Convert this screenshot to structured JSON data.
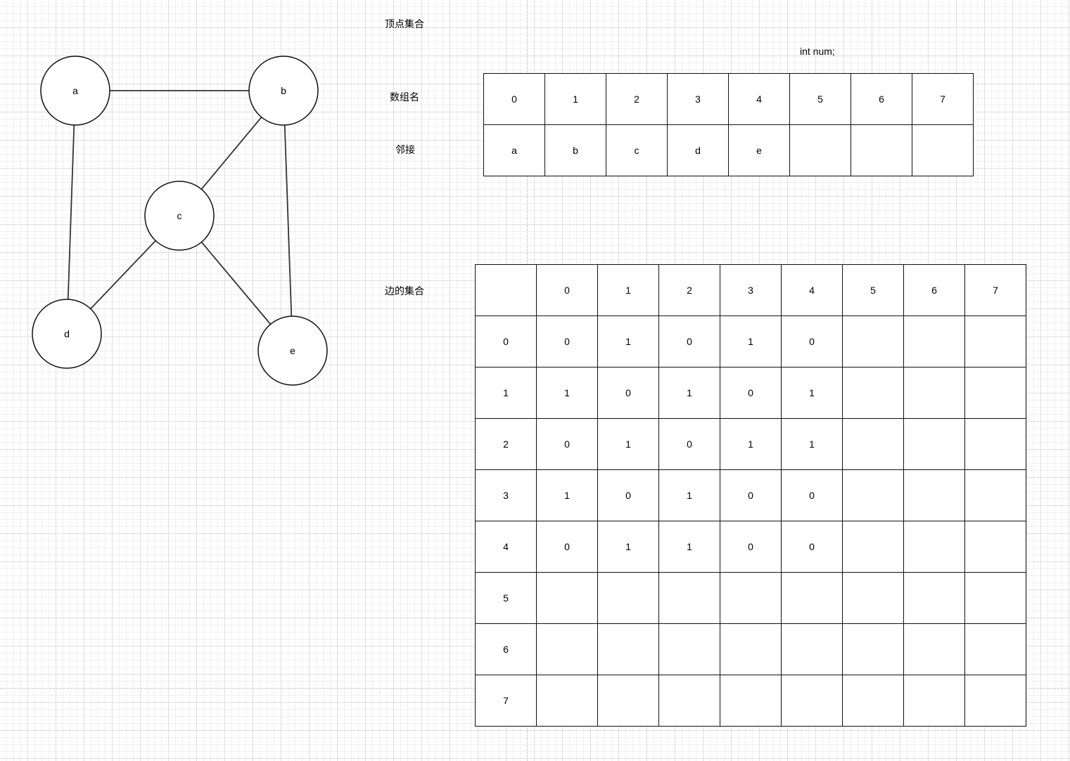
{
  "graph": {
    "nodes": [
      {
        "id": "a",
        "label": "a"
      },
      {
        "id": "b",
        "label": "b"
      },
      {
        "id": "c",
        "label": "c"
      },
      {
        "id": "d",
        "label": "d"
      },
      {
        "id": "e",
        "label": "e"
      }
    ],
    "edges": [
      {
        "from": "a",
        "to": "b"
      },
      {
        "from": "a",
        "to": "d"
      },
      {
        "from": "b",
        "to": "c"
      },
      {
        "from": "b",
        "to": "e"
      },
      {
        "from": "c",
        "to": "d"
      },
      {
        "from": "c",
        "to": "e"
      }
    ]
  },
  "labels": {
    "vertex_set": "顶点集合",
    "array_name": "数组名",
    "adjacent": "邻接",
    "edge_set": "边的集合",
    "code": "int num;"
  },
  "vertex_array": {
    "indices": [
      "0",
      "1",
      "2",
      "3",
      "4",
      "5",
      "6",
      "7"
    ],
    "values": [
      "a",
      "b",
      "c",
      "d",
      "e",
      "",
      "",
      ""
    ]
  },
  "edge_matrix": {
    "corner": "",
    "col_headers": [
      "0",
      "1",
      "2",
      "3",
      "4",
      "5",
      "6",
      "7"
    ],
    "rows": [
      {
        "header": "0",
        "cells": [
          "0",
          "1",
          "0",
          "1",
          "0",
          "",
          "",
          ""
        ]
      },
      {
        "header": "1",
        "cells": [
          "1",
          "0",
          "1",
          "0",
          "1",
          "",
          "",
          ""
        ]
      },
      {
        "header": "2",
        "cells": [
          "0",
          "1",
          "0",
          "1",
          "1",
          "",
          "",
          ""
        ]
      },
      {
        "header": "3",
        "cells": [
          "1",
          "0",
          "1",
          "0",
          "0",
          "",
          "",
          ""
        ]
      },
      {
        "header": "4",
        "cells": [
          "0",
          "1",
          "1",
          "0",
          "0",
          "",
          "",
          ""
        ]
      },
      {
        "header": "5",
        "cells": [
          "",
          "",
          "",
          "",
          "",
          "",
          "",
          ""
        ]
      },
      {
        "header": "6",
        "cells": [
          "",
          "",
          "",
          "",
          "",
          "",
          "",
          ""
        ]
      },
      {
        "header": "7",
        "cells": [
          "",
          "",
          "",
          "",
          "",
          "",
          "",
          ""
        ]
      }
    ]
  }
}
